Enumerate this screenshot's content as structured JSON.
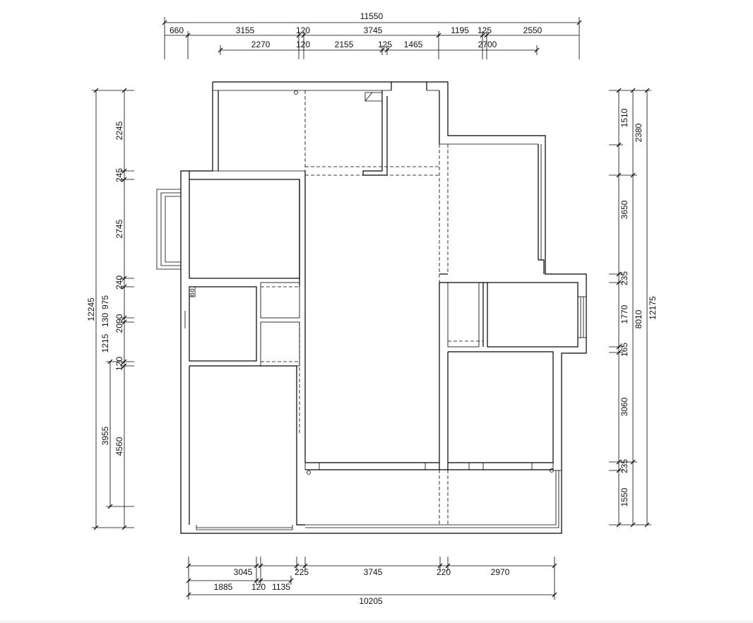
{
  "dimensions": {
    "top_overall": "11550",
    "top_row1": [
      "660",
      "3155",
      "120",
      "3745",
      "1195",
      "125",
      "2550"
    ],
    "top_row2": [
      "2270",
      "120",
      "2155",
      "125",
      "1465",
      "2700"
    ],
    "bottom_row1": [
      "3045",
      "225",
      "3745",
      "220",
      "2970"
    ],
    "bottom_row2": [
      "1885",
      "120",
      "1135"
    ],
    "bottom_overall": "10205",
    "left_outer": "12245",
    "left_mid": [
      "2245",
      "245",
      "2745",
      "240",
      "975",
      "130",
      "2090",
      "120",
      "4560"
    ],
    "left_inner": [
      "1215",
      "3955"
    ],
    "right_outer": "12175",
    "right_mid": [
      "2380",
      "8010"
    ],
    "right_inner": [
      "1510",
      "3650",
      "235",
      "1770",
      "165",
      "3060",
      "235",
      "1550"
    ]
  }
}
